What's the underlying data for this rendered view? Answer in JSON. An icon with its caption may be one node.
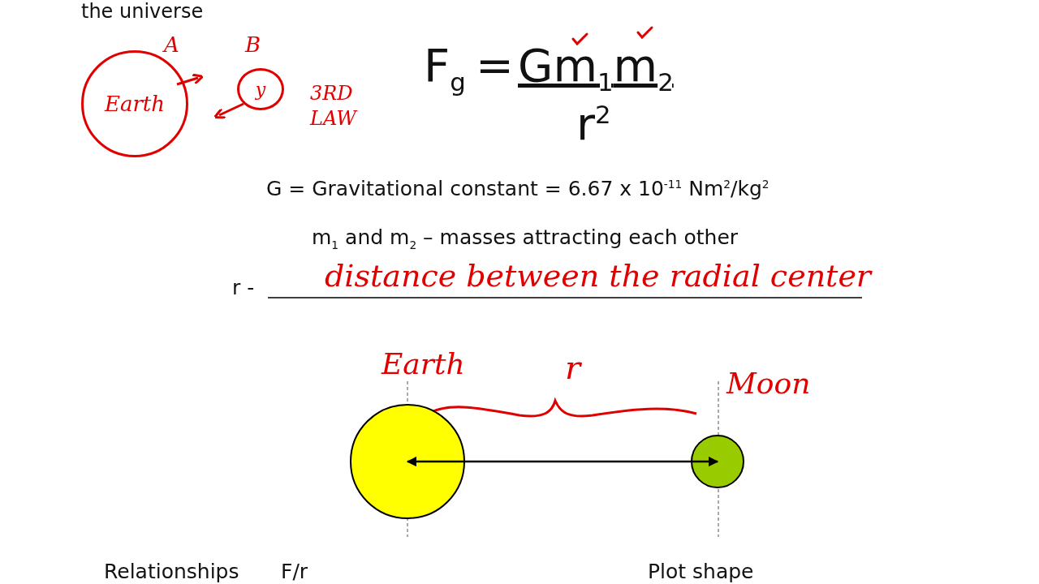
{
  "diagram": {
    "nodes": [
      {
        "text": [
          "Earth"
        ]
      },
      {
        "text": [
          "y"
        ]
      },
      {
        "text": [],
        "shape": "circle",
        "beside": [
          "Earth"
        ]
      },
      {
        "text": [],
        "shape": "circle",
        "beside": [
          "Moon"
        ]
      }
    ],
    "edges": [
      {
        "from": 2,
        "to": 3,
        "arrow": "both"
      }
    ],
    "labels": [
      "the universe",
      "A",
      "B",
      "3RD LAW",
      "F$_{g}$",
      "=",
      "Gm$_{1}$m$_{2}$",
      "r$^{2}$",
      "G = Gravitational constant = 6.67 x 10$^{-11}$ Nm$^{2}$/kg$^{2}$",
      "m$_{1}$ and m$_{2}$ – masses attracting each other",
      "r -",
      "distance between the radial center",
      "r",
      "Relationships",
      "F/r",
      "Plot shape"
    ]
  }
}
